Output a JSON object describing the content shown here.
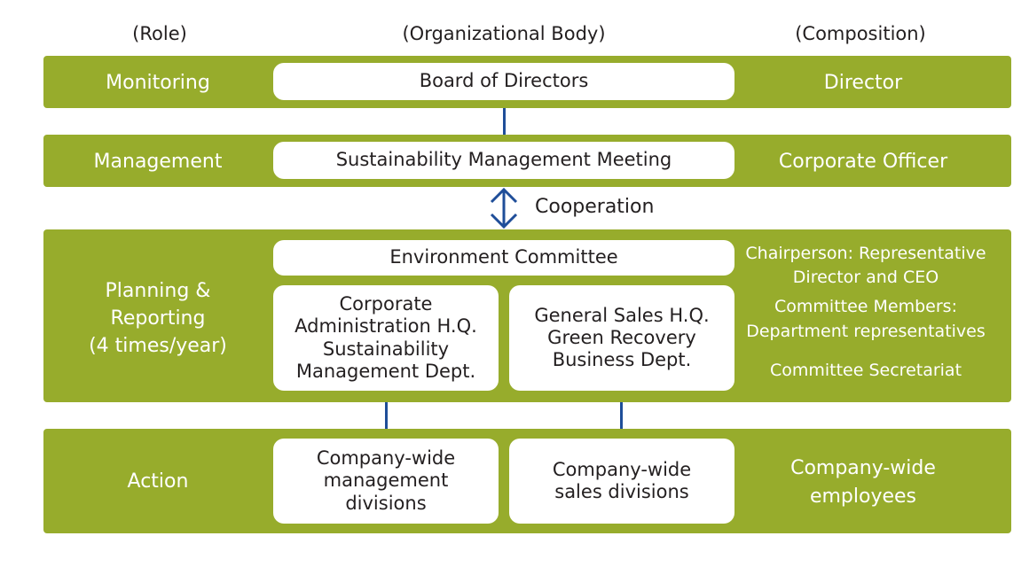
{
  "headers": {
    "role": "(Role)",
    "body": "(Organizational Body)",
    "composition": "(Composition)"
  },
  "rows": {
    "monitoring": {
      "role": "Monitoring",
      "body": "Board of Directors",
      "composition": "Director"
    },
    "management": {
      "role": "Management",
      "body": "Sustainability Management Meeting",
      "composition": "Corporate Officer"
    },
    "planning": {
      "role": "Planning &\nReporting\n(4 times/year)",
      "committee": "Environment Committee",
      "dept_left": "Corporate\nAdministration H.Q.\nSustainability\nManagement Dept.",
      "dept_right": "General Sales H.Q.\nGreen Recovery\nBusiness Dept.",
      "composition_lines": [
        "Chairperson: Representative",
        "Director and CEO",
        "Committee Members:",
        "Department representatives"
      ],
      "secretariat": "Committee Secretariat"
    },
    "action": {
      "role": "Action",
      "left": "Company-wide\nmanagement\ndivisions",
      "right": "Company-wide\nsales divisions",
      "composition": "Company-wide\nemployees"
    }
  },
  "cooperation_label": "Cooperation",
  "colors": {
    "band": "#97ac2c",
    "connector": "#1f4e99"
  }
}
